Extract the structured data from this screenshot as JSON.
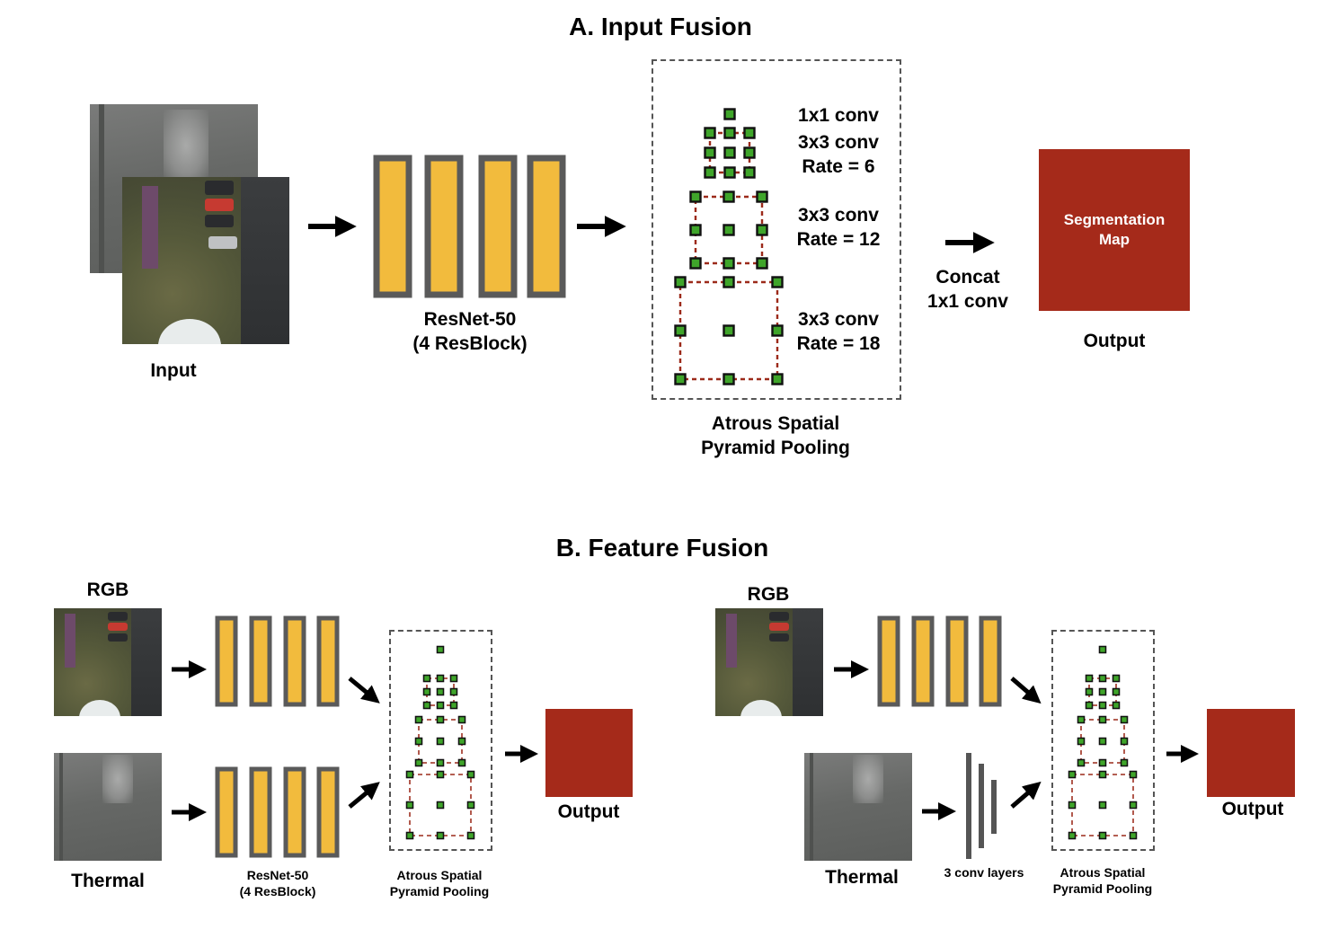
{
  "colors": {
    "resblock_fill": "#f2bb3d",
    "resblock_border": "#5a5a5a",
    "output_fill": "#a52a1a",
    "kernel_dot": "#3fa52a",
    "dilation_box": "#9c2a1a",
    "frame_dash": "#555555"
  },
  "section_a": {
    "title": "A. Input Fusion",
    "input_label": "Input",
    "resnet_label_1": "ResNet-50",
    "resnet_label_2": "(4 ResBlock)",
    "aspp_rows": {
      "r1": "1x1 conv",
      "r2a": "3x3 conv",
      "r2b": "Rate = 6",
      "r3a": "3x3 conv",
      "r3b": "Rate = 12",
      "r4a": "3x3 conv",
      "r4b": "Rate = 18"
    },
    "aspp_label_1": "Atrous Spatial",
    "aspp_label_2": "Pyramid Pooling",
    "concat_1": "Concat",
    "concat_2": "1x1 conv",
    "seg_text_1": "Segmentation",
    "seg_text_2": "Map",
    "output_label": "Output"
  },
  "section_b": {
    "title": "B. Feature Fusion",
    "left": {
      "rgb_label": "RGB",
      "thermal_label": "Thermal",
      "resnet_label_1": "ResNet-50",
      "resnet_label_2": "(4 ResBlock)",
      "aspp_label_1": "Atrous Spatial",
      "aspp_label_2": "Pyramid Pooling",
      "output_label": "Output"
    },
    "right": {
      "rgb_label": "RGB",
      "thermal_label": "Thermal",
      "conv_label": "3 conv layers",
      "aspp_label_1": "Atrous Spatial",
      "aspp_label_2": "Pyramid Pooling",
      "output_label": "Output"
    }
  }
}
